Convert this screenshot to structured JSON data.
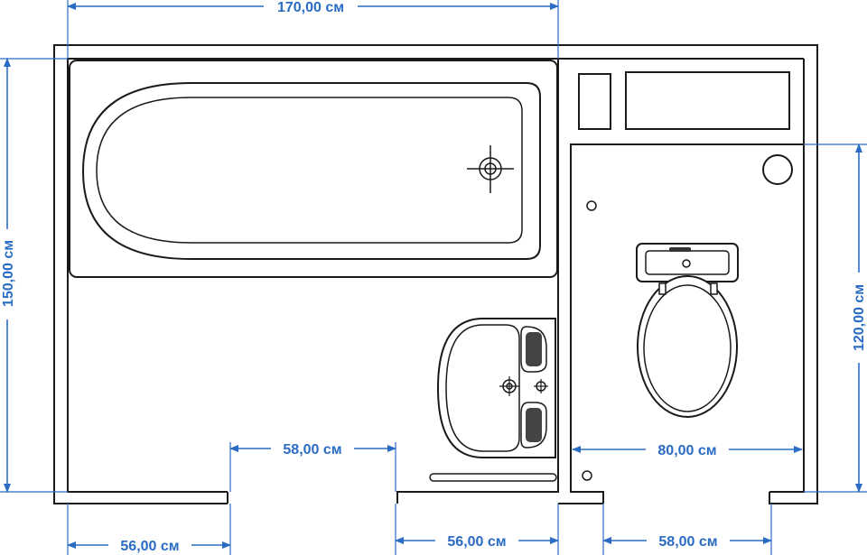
{
  "dimensions": {
    "top_width": "170,00 см",
    "left_height": "150,00 см",
    "right_height": "120,00 см",
    "door_bath": "58,00 см",
    "wc_width": "80,00 см",
    "bottom_left": "56,00 см",
    "bottom_mid": "56,00 см",
    "bottom_right": "58,00 см"
  },
  "colors": {
    "dimension": "#2a6bc4",
    "walls": "#1a1a1a",
    "background": "#ffffff"
  }
}
